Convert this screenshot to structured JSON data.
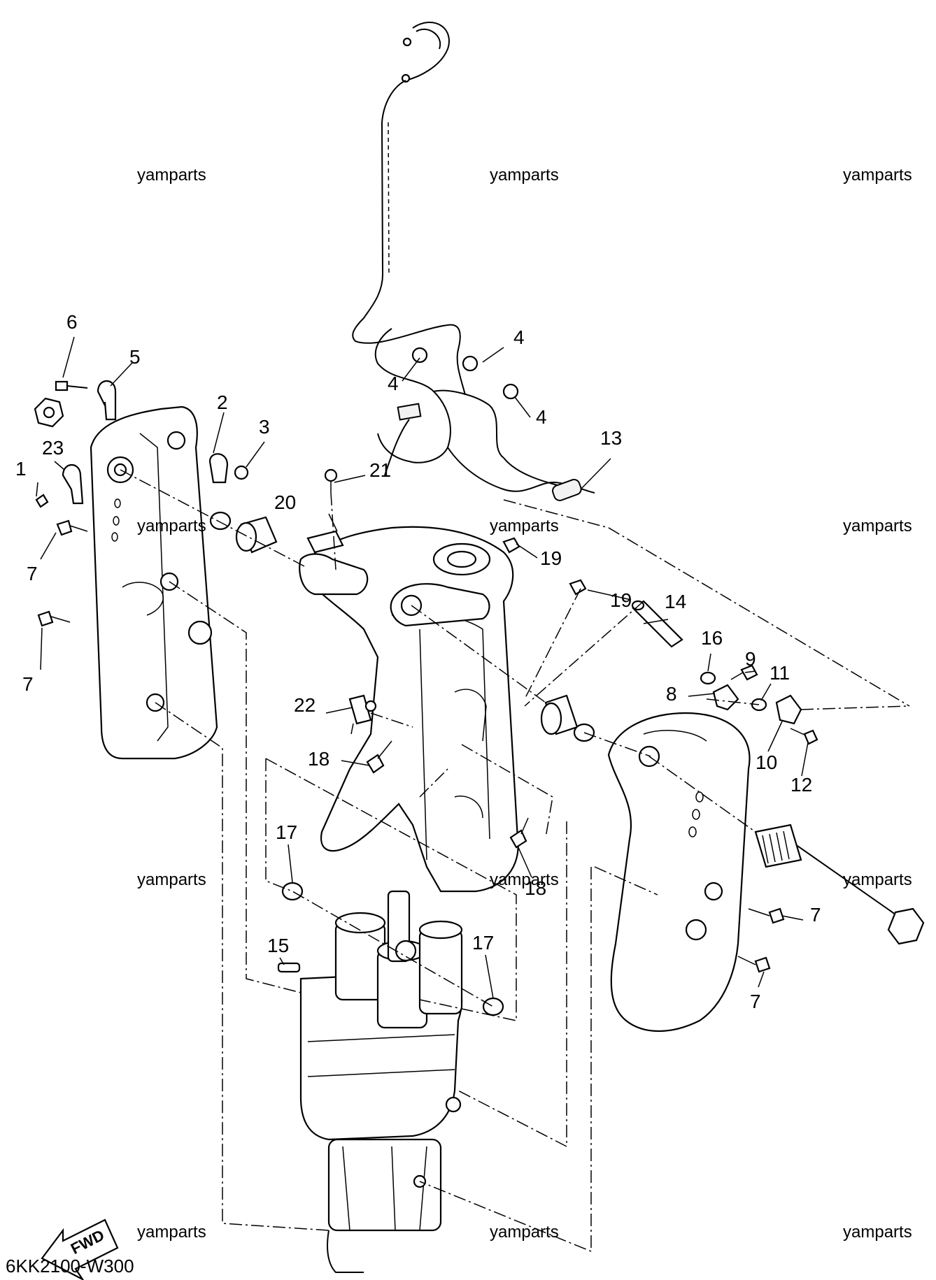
{
  "diagram": {
    "code": "6KK2100-W300",
    "fwd_label": "FWD",
    "watermark": "yamparts",
    "callouts": {
      "c1": "1",
      "c2": "2",
      "c3": "3",
      "c4a": "4",
      "c4b": "4",
      "c4c": "4",
      "c5": "5",
      "c6": "6",
      "c7a": "7",
      "c7b": "7",
      "c7c": "7",
      "c7d": "7",
      "c8": "8",
      "c9": "9",
      "c10": "10",
      "c11": "11",
      "c12": "12",
      "c13": "13",
      "c14": "14",
      "c15": "15",
      "c16": "16",
      "c17a": "17",
      "c17b": "17",
      "c18a": "18",
      "c18b": "18",
      "c19a": "19",
      "c19b": "19",
      "c20": "20",
      "c21": "21",
      "c22": "22",
      "c23": "23"
    }
  }
}
